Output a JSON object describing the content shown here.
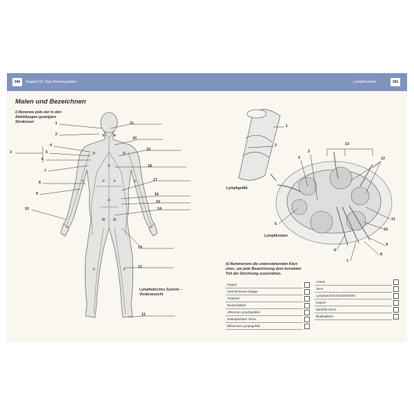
{
  "header": {
    "left_page_number": "340",
    "left_title": "Kapitel 11: Das Immunsystem",
    "right_title": "Lymphknoten",
    "right_page_number": "341"
  },
  "section_title": "Malen und Bezeichnen",
  "instructions": {
    "part1": [
      "i) Benenne jede der in den",
      "Abbildungen gezeigten",
      "Strukturen"
    ],
    "part2": [
      "ii) Nummeriere die untenstehenden Käst-",
      "chen, um jede Bezeichnung dem korrekten",
      "Teil der Zeichnung zuzuordnen."
    ]
  },
  "figure_labels": {
    "body": [
      "Lymphatisches System –",
      "Vorderansicht"
    ],
    "vessel": "Lymphgefäß",
    "node": "Lymphknoten"
  },
  "body_numbers": [
    "1",
    "2",
    "3",
    "4",
    "5",
    "6",
    "7",
    "8",
    "9",
    "10",
    "11",
    "12",
    "13",
    "14",
    "15",
    "16",
    "17",
    "18",
    "19",
    "20",
    "21"
  ],
  "vessel_numbers": [
    "1",
    "2"
  ],
  "node_numbers": [
    "3",
    "4",
    "5",
    "6",
    "7",
    "8",
    "9",
    "10",
    "11",
    "12",
    "13"
  ],
  "answer_table": {
    "left": [
      "Klappe",
      "Geschlossene Klappe",
      "Trabekel",
      "Rindenfollikel",
      "Afferente Lymphgefäße",
      "Subkapsulärer Sinus",
      "Efferentes Lymphgefäß"
    ],
    "right": [
      "Arterie",
      "Vene",
      "Lymphatische Endothelzelle",
      "Kapsel",
      "Medulla-Sinus",
      "Blutkapillare"
    ]
  },
  "colors": {
    "header_band": "#7f93bf",
    "page_background": "#faf7f0",
    "text": "#2d2d2d"
  }
}
